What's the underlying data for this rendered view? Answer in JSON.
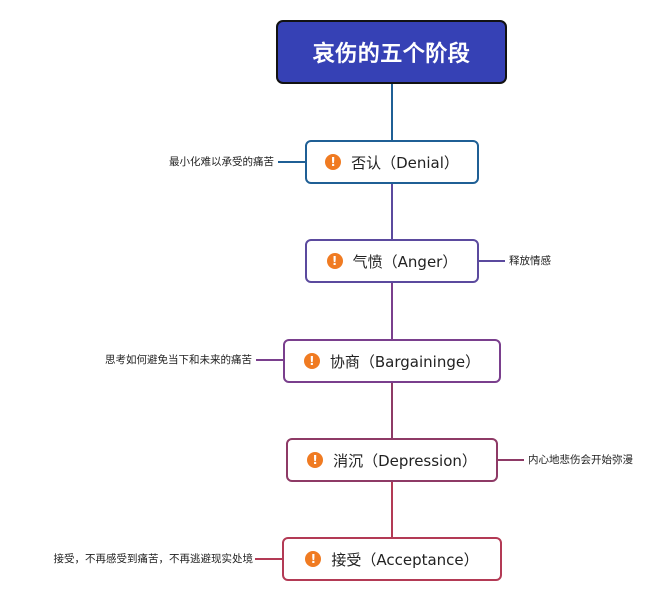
{
  "title": "哀伤的五个阶段",
  "icon": "exclamation-circle-icon",
  "colors": {
    "title_bg": "#3641b5",
    "stage1": "#1f5f95",
    "stage2": "#5b4a9e",
    "stage3": "#7a3f8d",
    "stage4": "#8e3a66",
    "stage5": "#b33a55",
    "alert": "#f07b22"
  },
  "stages": [
    {
      "label": "否认（Denial）",
      "note": "最小化难以承受的痛苦"
    },
    {
      "label": "气愤（Anger）",
      "note": "释放情感"
    },
    {
      "label": "协商（Bargaininge）",
      "note": "思考如何避免当下和未来的痛苦"
    },
    {
      "label": "消沉（Depression）",
      "note": "内心地悲伤会开始弥漫"
    },
    {
      "label": "接受（Acceptance）",
      "note": "接受，不再感受到痛苦，不再逃避现实处境"
    }
  ]
}
